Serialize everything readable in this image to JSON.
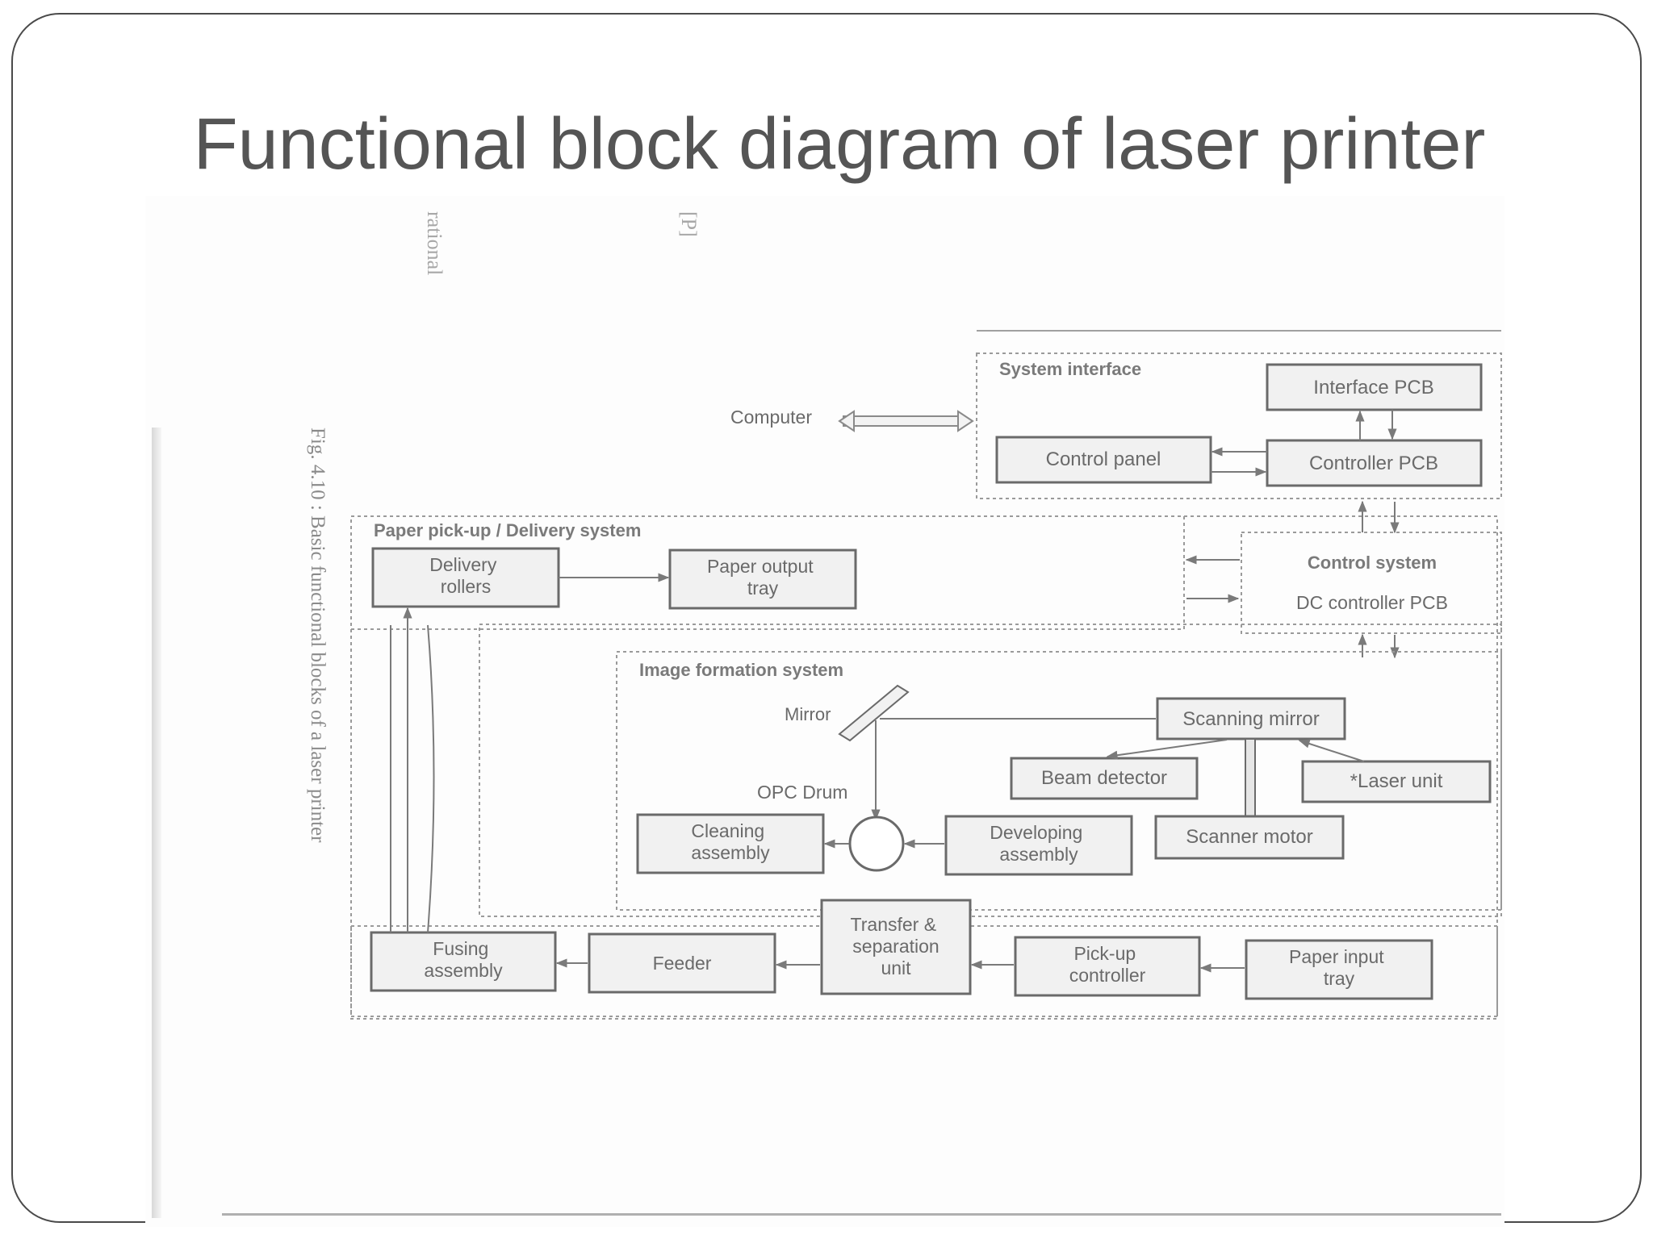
{
  "slide": {
    "title": "Functional block diagram of laser printer"
  },
  "figure": {
    "caption": "Fig. 4.10 : Basic functional blocks of a laser printer",
    "bleed_through": [
      "rational",
      "[P]"
    ]
  },
  "groups": {
    "system_interface": "System interface",
    "paper_pickup": "Paper pick-up / Delivery system",
    "image_formation": "Image formation system",
    "control_system": "Control system"
  },
  "nodes": {
    "computer": "Computer",
    "interface_pcb": "Interface PCB",
    "control_panel": "Control panel",
    "controller_pcb": "Controller PCB",
    "delivery_rollers": "Delivery\nrollers",
    "paper_output_tray": "Paper output\ntray",
    "dc_controller_pcb": "DC controller PCB",
    "mirror": "Mirror",
    "scanning_mirror": "Scanning mirror",
    "beam_detector": "Beam detector",
    "laser_unit": "*Laser unit",
    "opc_drum": "OPC Drum",
    "cleaning_assembly": "Cleaning\nassembly",
    "developing_assembly": "Developing\nassembly",
    "scanner_motor": "Scanner motor",
    "fusing_assembly": "Fusing\nassembly",
    "feeder": "Feeder",
    "transfer_separation": "Transfer &\nseparation\nunit",
    "pickup_controller": "Pick-up\ncontroller",
    "paper_input_tray": "Paper input\ntray"
  }
}
